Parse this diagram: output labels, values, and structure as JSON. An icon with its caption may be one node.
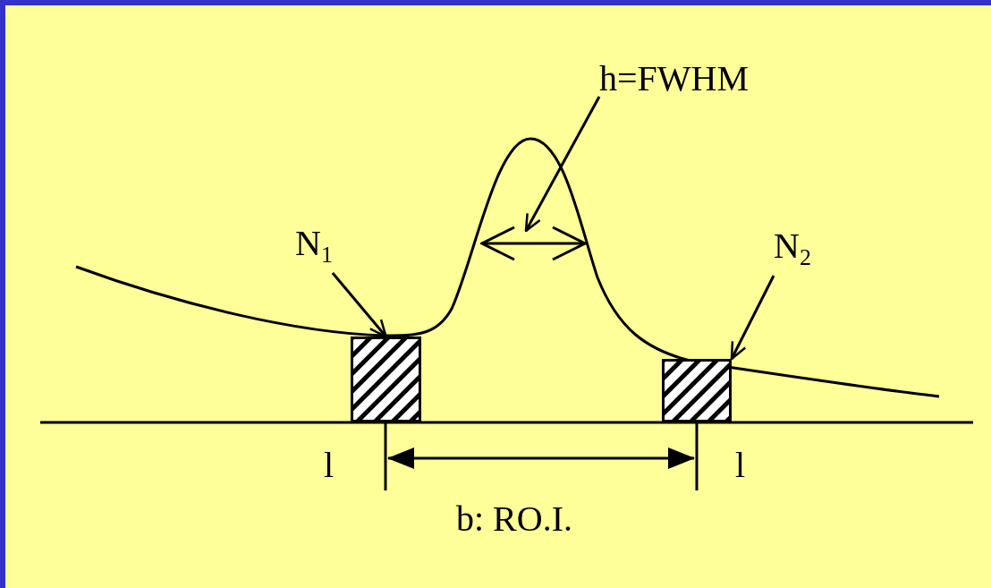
{
  "diagram": {
    "nodes": [
      {
        "text": [
          "h=FWHM"
        ]
      },
      {
        "text": [
          "N$_{1}$"
        ]
      },
      {
        "text": [],
        "shape": "bar"
      },
      {
        "text": [
          "N$_{2}$"
        ]
      },
      {
        "text": [],
        "shape": "bar"
      }
    ],
    "edges": [
      {
        "from": 0,
        "to": null,
        "arrow": "to"
      },
      {
        "from": 1,
        "to": 2,
        "arrow": "to"
      },
      {
        "from": 3,
        "to": 4,
        "arrow": "to"
      }
    ],
    "labels": [
      "l",
      "l",
      "b: RO.I."
    ]
  }
}
